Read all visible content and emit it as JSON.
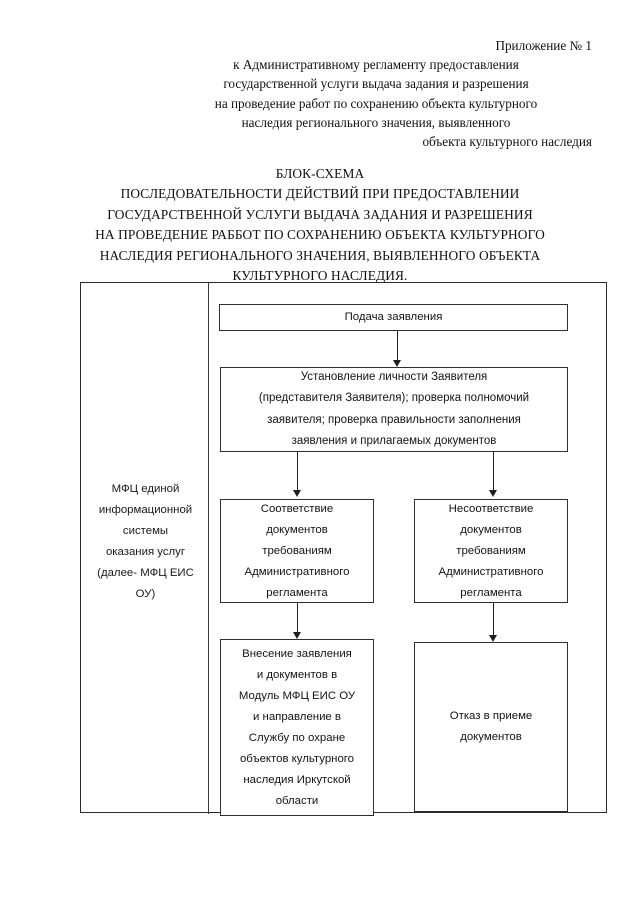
{
  "document": {
    "appendix": {
      "lines": [
        "Приложение № 1",
        "к Административному регламенту предоставления",
        "государственной услуги выдача задания и разрешения",
        "на проведение работ по сохранению объекта культурного",
        "наследия регионального значения, выявленного",
        "объекта культурного наследия"
      ]
    },
    "title": {
      "lines": [
        "БЛОК-СХЕМА",
        "ПОСЛЕДОВАТЕЛЬНОСТИ ДЕЙСТВИЙ ПРИ ПРЕДОСТАВЛЕНИИ",
        "ГОСУДАРСТВЕННОЙ УСЛУГИ ВЫДАЧА ЗАДАНИЯ И РАЗРЕШЕНИЯ",
        "НА ПРОВЕДЕНИЕ РАББОТ ПО СОХРАНЕНИЮ ОБЪЕКТА КУЛЬТУРНОГО",
        "НАСЛЕДИЯ РЕГИОНАЛЬНОГО ЗНАЧЕНИЯ, ВЫЯВЛЕННОГО ОБЪЕКТА",
        "КУЛЬТУРНОГО НАСЛЕДИЯ."
      ]
    }
  },
  "flowchart": {
    "swimlane": {
      "label_lines": [
        "МФЦ единой",
        "информационной",
        "системы",
        "оказания услуг",
        "(далее- МФЦ ЕИС",
        "ОУ)"
      ]
    },
    "nodes": {
      "submit": {
        "lines": [
          "Подача заявления"
        ]
      },
      "identity": {
        "lines": [
          "Установление личности Заявителя",
          "(представителя Заявителя); проверка полномочий",
          "заявителя; проверка правильности заполнения",
          "заявления и прилагаемых документов"
        ]
      },
      "compliant": {
        "lines": [
          "Соответствие",
          "документов",
          "требованиям",
          "Административного",
          "регламента"
        ]
      },
      "noncompliant": {
        "lines": [
          "Несоответствие",
          "документов",
          "требованиям",
          "Административного",
          "регламента"
        ]
      },
      "submission": {
        "lines": [
          "Внесение заявления",
          "и документов в",
          "Модуль МФЦ ЕИС ОУ",
          "и направление в",
          "Службу по охране",
          "объектов культурного",
          "наследия Иркутской",
          "области"
        ]
      },
      "refusal": {
        "lines": [
          "Отказ в приеме",
          "документов"
        ]
      }
    }
  },
  "colors": {
    "page_background": "#ffffff",
    "text": "#111111",
    "border": "#2f2f2f",
    "connector": "#1f1f1f"
  }
}
